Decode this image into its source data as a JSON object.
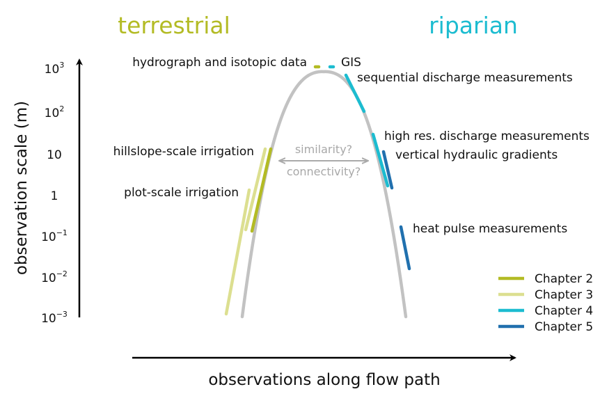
{
  "headers": {
    "left": "terrestrial",
    "right": "riparian"
  },
  "colors": {
    "terrestrial": "#b3bb24",
    "riparian": "#1cbcd0",
    "chapter2": "#b3bb24",
    "chapter3": "#dcdf90",
    "chapter4": "#1cbcd0",
    "chapter5": "#2170ae",
    "curve": "#c2c2c2"
  },
  "y_axis": {
    "label": "observation scale (m)",
    "ticks": [
      {
        "base": "10",
        "exp": "3"
      },
      {
        "base": "10",
        "exp": "2"
      },
      {
        "base": "10",
        "exp": ""
      },
      {
        "base": "1",
        "exp": ""
      },
      {
        "base": "10",
        "exp": "−1"
      },
      {
        "base": "10",
        "exp": "−2"
      },
      {
        "base": "10",
        "exp": "−3"
      }
    ]
  },
  "x_axis": {
    "label": "observations along flow path"
  },
  "annotations": {
    "hydrograph": "hydrograph and isotopic data",
    "gis": "GIS",
    "sequential": "sequential discharge measurements",
    "high_res": "high res. discharge measurements",
    "vertical": "vertical hydraulic gradients",
    "heat_pulse": "heat pulse measurements",
    "hillslope": "hillslope-scale irrigation",
    "plot": "plot-scale irrigation",
    "similarity": "similarity?",
    "connectivity": "connectivity?"
  },
  "legend": [
    {
      "label": "Chapter 2",
      "color": "#b3bb24"
    },
    {
      "label": "Chapter 3",
      "color": "#dcdf90"
    },
    {
      "label": "Chapter 4",
      "color": "#1cbcd0"
    },
    {
      "label": "Chapter 5",
      "color": "#2170ae"
    }
  ]
}
